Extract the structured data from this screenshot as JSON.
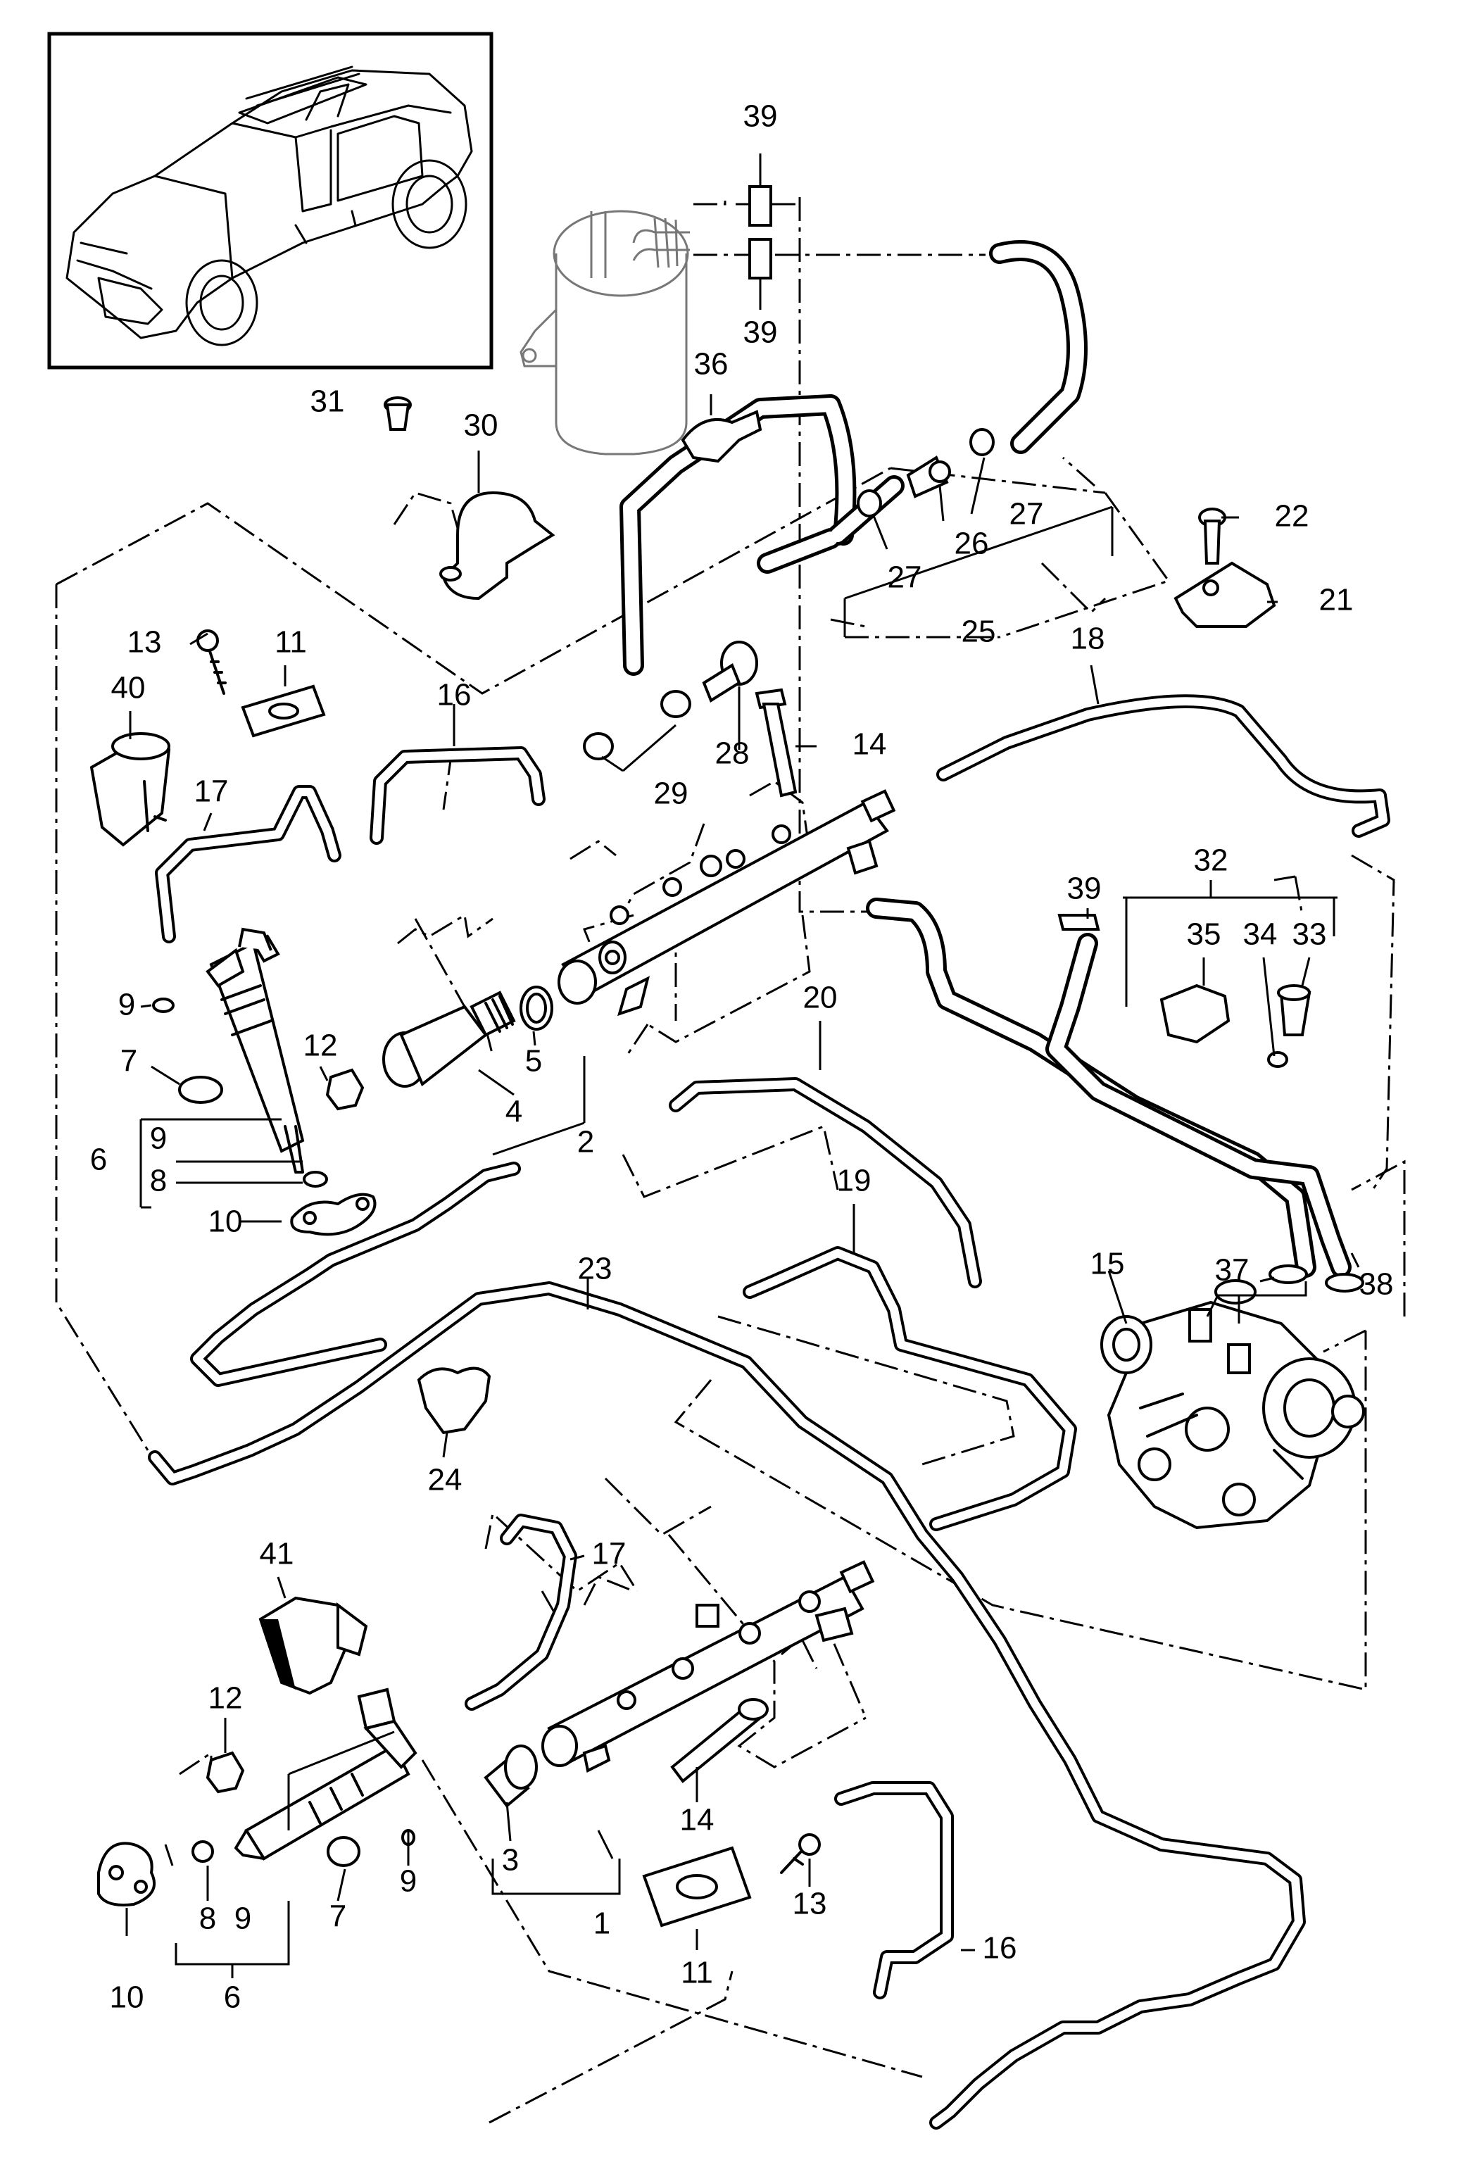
{
  "diagram": {
    "thumbnail_icon": "porsche-cayenne-vehicle-icon",
    "callouts": [
      "1",
      "2",
      "3",
      "4",
      "5",
      "6",
      "7",
      "8",
      "9",
      "10",
      "11",
      "12",
      "13",
      "14",
      "15",
      "16",
      "17",
      "18",
      "19",
      "20",
      "21",
      "22",
      "23",
      "24",
      "25",
      "26",
      "27",
      "28",
      "29",
      "30",
      "31",
      "32",
      "33",
      "34",
      "35",
      "36",
      "37",
      "38",
      "39",
      "40",
      "41"
    ]
  }
}
